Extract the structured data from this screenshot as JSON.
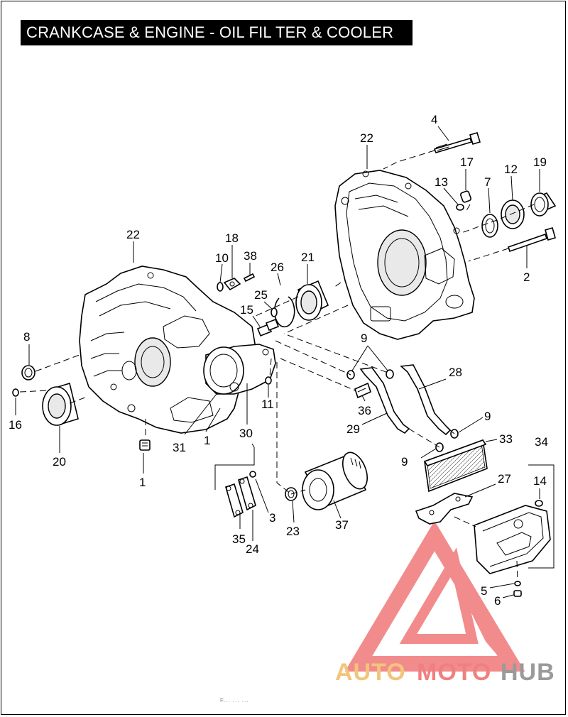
{
  "title": "CRANKCASE & ENGINE - OIL FIL TER & COOLER",
  "watermark": {
    "part1": "AUTO",
    "part2": "MOTO",
    "part3": "HUB",
    "colors": {
      "auto": "#f2c57a",
      "moto": "#f08080",
      "hub": "#9a9a9a",
      "logo": "#f07878"
    }
  },
  "footer_text": "F... ... ...",
  "callouts": {
    "c4": "4",
    "c22a": "22",
    "c17": "17",
    "c13": "13",
    "c7": "7",
    "c12": "12",
    "c19": "19",
    "c2": "2",
    "c22b": "22",
    "c18": "18",
    "c10": "10",
    "c38": "38",
    "c21": "21",
    "c26": "26",
    "c25": "25",
    "c15": "15",
    "c8": "8",
    "c16": "16",
    "c20": "20",
    "c1a": "1",
    "c31": "31",
    "c1b": "1",
    "c30": "30",
    "c11": "11",
    "c9a": "9",
    "c36": "36",
    "c29": "29",
    "c28": "28",
    "c9b": "9",
    "c9c": "9",
    "c33": "33",
    "c34": "34",
    "c27": "27",
    "c14": "14",
    "c3": "3",
    "c35": "35",
    "c24": "24",
    "c23": "23",
    "c37": "37",
    "c5": "5",
    "c6": "6"
  }
}
